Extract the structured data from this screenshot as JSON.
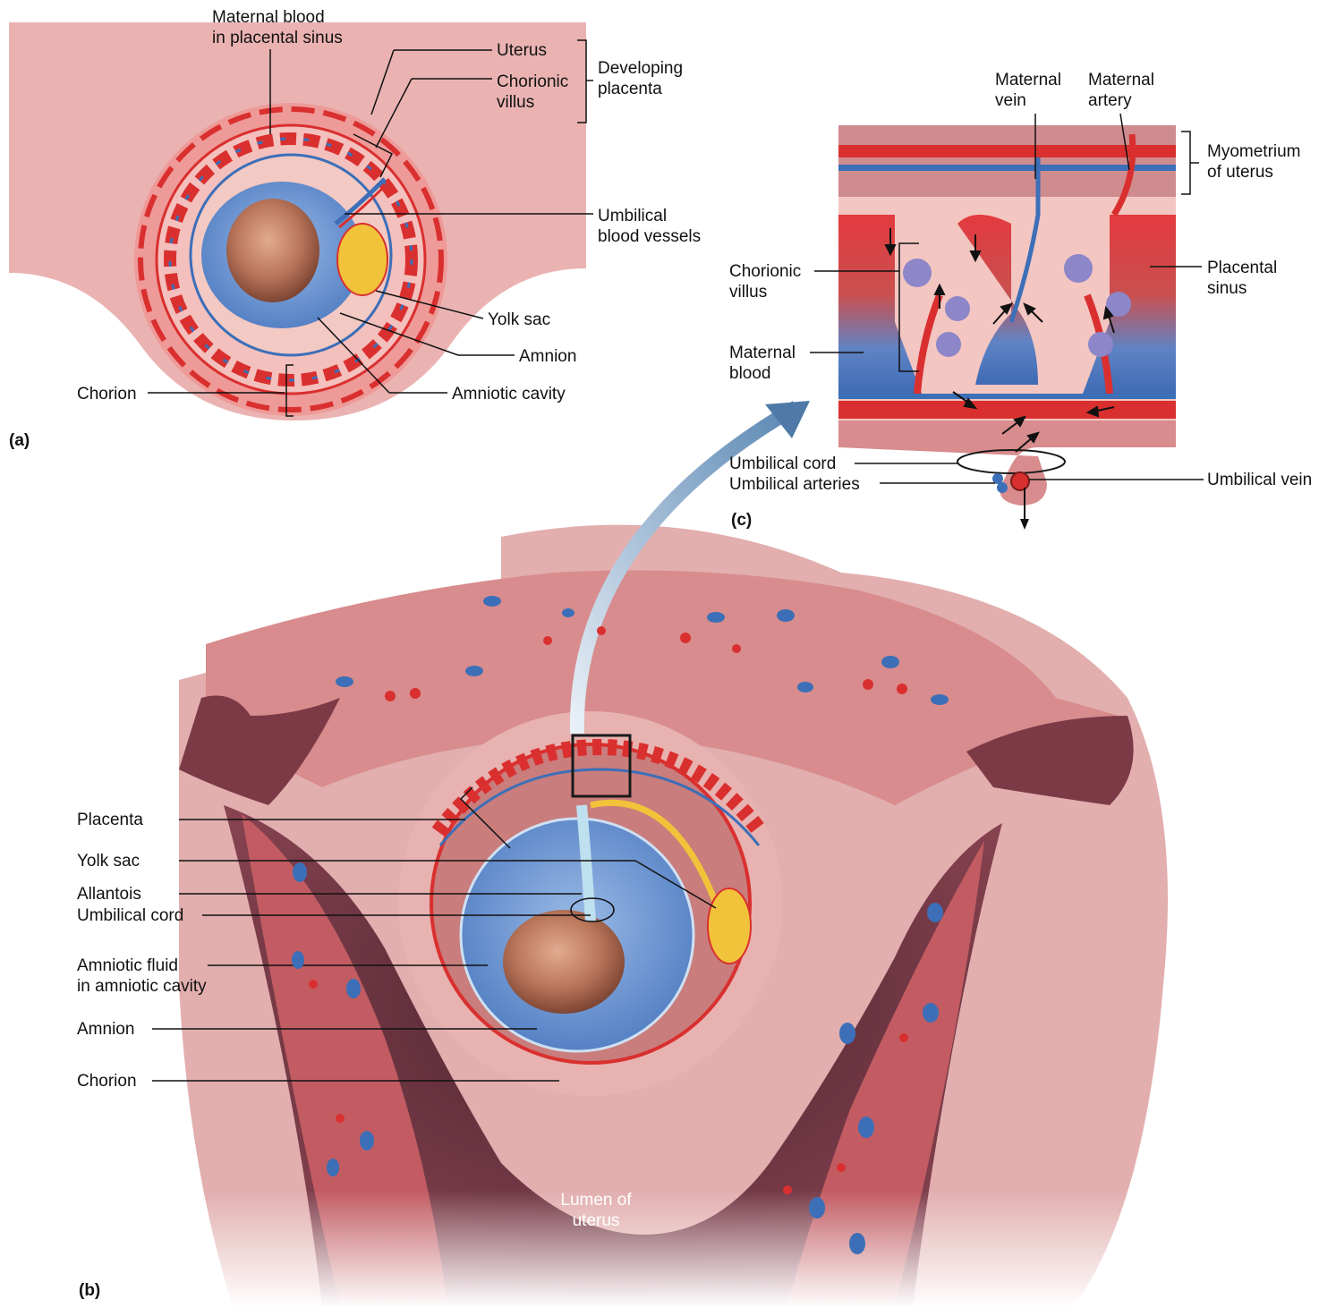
{
  "panels": {
    "a": "(a)",
    "b": "(b)",
    "c": "(c)"
  },
  "panel_a": {
    "maternal_blood_sinus": [
      "Maternal blood",
      "in placental sinus"
    ],
    "uterus": "Uterus",
    "chorionic_villus": [
      "Chorionic",
      "villus"
    ],
    "developing_placenta": [
      "Developing",
      "placenta"
    ],
    "umbilical_blood_vessels": [
      "Umbilical",
      "blood vessels"
    ],
    "yolk_sac": "Yolk sac",
    "amnion": "Amnion",
    "amniotic_cavity": "Amniotic cavity",
    "chorion": "Chorion"
  },
  "panel_b": {
    "placenta": "Placenta",
    "yolk_sac": "Yolk sac",
    "allantois": "Allantois",
    "umbilical_cord": "Umbilical cord",
    "amniotic_fluid": [
      "Amniotic fluid",
      "in amniotic cavity"
    ],
    "amnion": "Amnion",
    "chorion": "Chorion",
    "lumen": [
      "Lumen of",
      "uterus"
    ]
  },
  "panel_c": {
    "maternal_vein": [
      "Maternal",
      "vein"
    ],
    "maternal_artery": [
      "Maternal",
      "artery"
    ],
    "myometrium": [
      "Myometrium",
      "of uterus"
    ],
    "chorionic_villus": [
      "Chorionic",
      "villus"
    ],
    "placental_sinus": [
      "Placental",
      "sinus"
    ],
    "maternal_blood": [
      "Maternal",
      "blood"
    ],
    "umbilical_cord": "Umbilical cord",
    "umbilical_arteries": "Umbilical arteries",
    "umbilical_vein": "Umbilical vein"
  },
  "colors": {
    "tissue": "#e8a7a8",
    "tissue_dark": "#cf7f80",
    "artery_red": "#d9302f",
    "vein_blue": "#3c6fb8",
    "amniotic_blue": "#5b86c9",
    "lumen_dark": "#7c3a47",
    "yolk": "#f1c33a",
    "embryo": "#b87459"
  }
}
